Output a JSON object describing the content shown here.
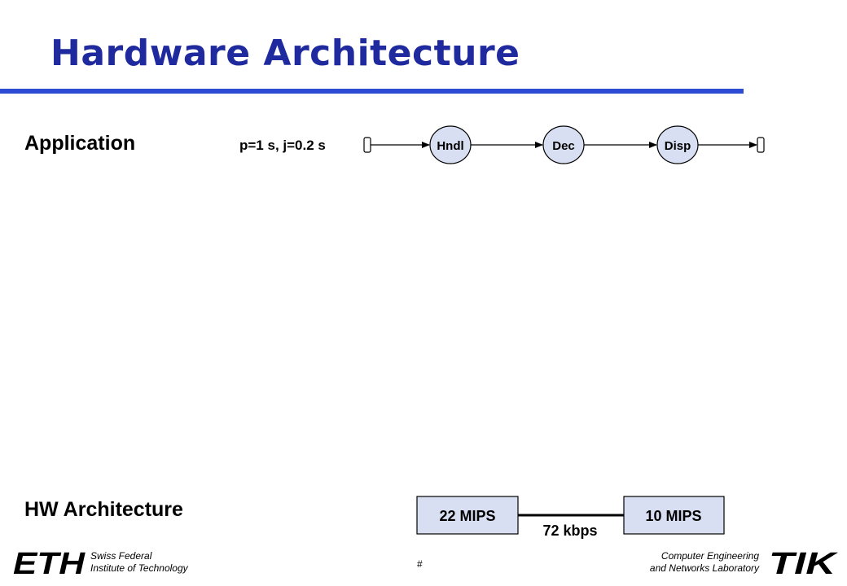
{
  "header": {
    "title": "Hardware Architecture"
  },
  "application": {
    "label": "Application",
    "stream_spec": "p=1 s, j=0.2 s",
    "tasks": [
      "Hndl",
      "Dec",
      "Disp"
    ]
  },
  "hw": {
    "label": "HW Architecture",
    "cpu1": "22 MIPS",
    "cpu2": "10 MIPS",
    "link": "72 kbps"
  },
  "footer": {
    "eth_logo": "ETH",
    "left_line1": "Swiss Federal",
    "left_line2": "Institute of Technology",
    "page_number": "#",
    "right_line1": "Computer Engineering",
    "right_line2": "and Networks Laboratory",
    "tik_logo": "TIK"
  },
  "colors": {
    "title": "#1f2a9e",
    "rule": "#2e4bd6",
    "task_fill": "#d9dff2"
  }
}
